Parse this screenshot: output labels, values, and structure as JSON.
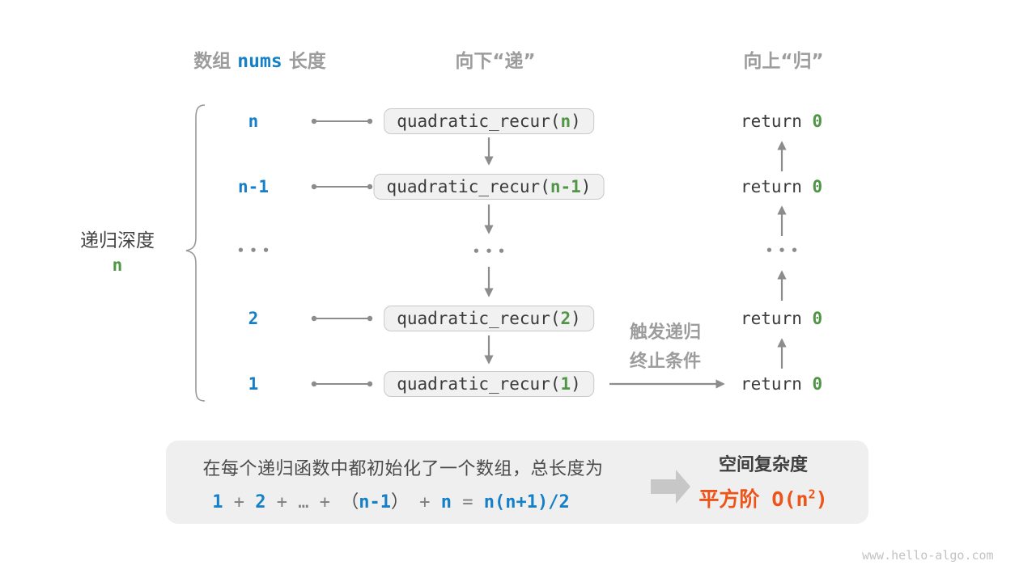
{
  "colors": {
    "blue": "#1580C8",
    "green": "#519547",
    "orange": "#EE5418",
    "header_gray": "#9C9C9C",
    "dark_text": "#3A3A3A",
    "arrow_gray": "#8C8C8C",
    "box_bg": "#F1F1F1",
    "box_border": "#C9C9C9",
    "summary_bg": "#EFEFEF"
  },
  "headers": {
    "array_pre": "数组",
    "array_code": "nums",
    "array_post": "长度",
    "recurse_down": "向下“递”",
    "return_up": "向上“归”"
  },
  "depth": {
    "label": "递归深度",
    "value": "n"
  },
  "rows": [
    {
      "length": "n",
      "fn": "quadratic_recur(",
      "arg": "n",
      "close": ")",
      "ret_kw": "return ",
      "ret_val": "0"
    },
    {
      "length": "n-1",
      "fn": "quadratic_recur(",
      "arg": "n-1",
      "close": ")",
      "ret_kw": "return ",
      "ret_val": "0"
    },
    {
      "length": "•••",
      "call": "•••",
      "ret": "•••"
    },
    {
      "length": "2",
      "fn": "quadratic_recur(",
      "arg": "2",
      "close": ")",
      "ret_kw": "return ",
      "ret_val": "0"
    },
    {
      "length": "1",
      "fn": "quadratic_recur(",
      "arg": "1",
      "close": ")",
      "ret_kw": "return ",
      "ret_val": "0"
    }
  ],
  "base_case": {
    "line1": "触发递归",
    "line2": "终止条件"
  },
  "summary": {
    "line1": "在每个递归函数中都初始化了一个数组，总长度为",
    "formula": [
      "1",
      " + ",
      "2",
      " + ",
      "…",
      " + ",
      "（",
      "n-1",
      "）",
      " + ",
      "n",
      " = ",
      "n(n+1)/2"
    ],
    "complexity_title": "空间复杂度",
    "complexity_pre": "平方阶 O(n",
    "complexity_sup": "2",
    "complexity_post": ")"
  },
  "watermark": "www.hello-algo.com"
}
